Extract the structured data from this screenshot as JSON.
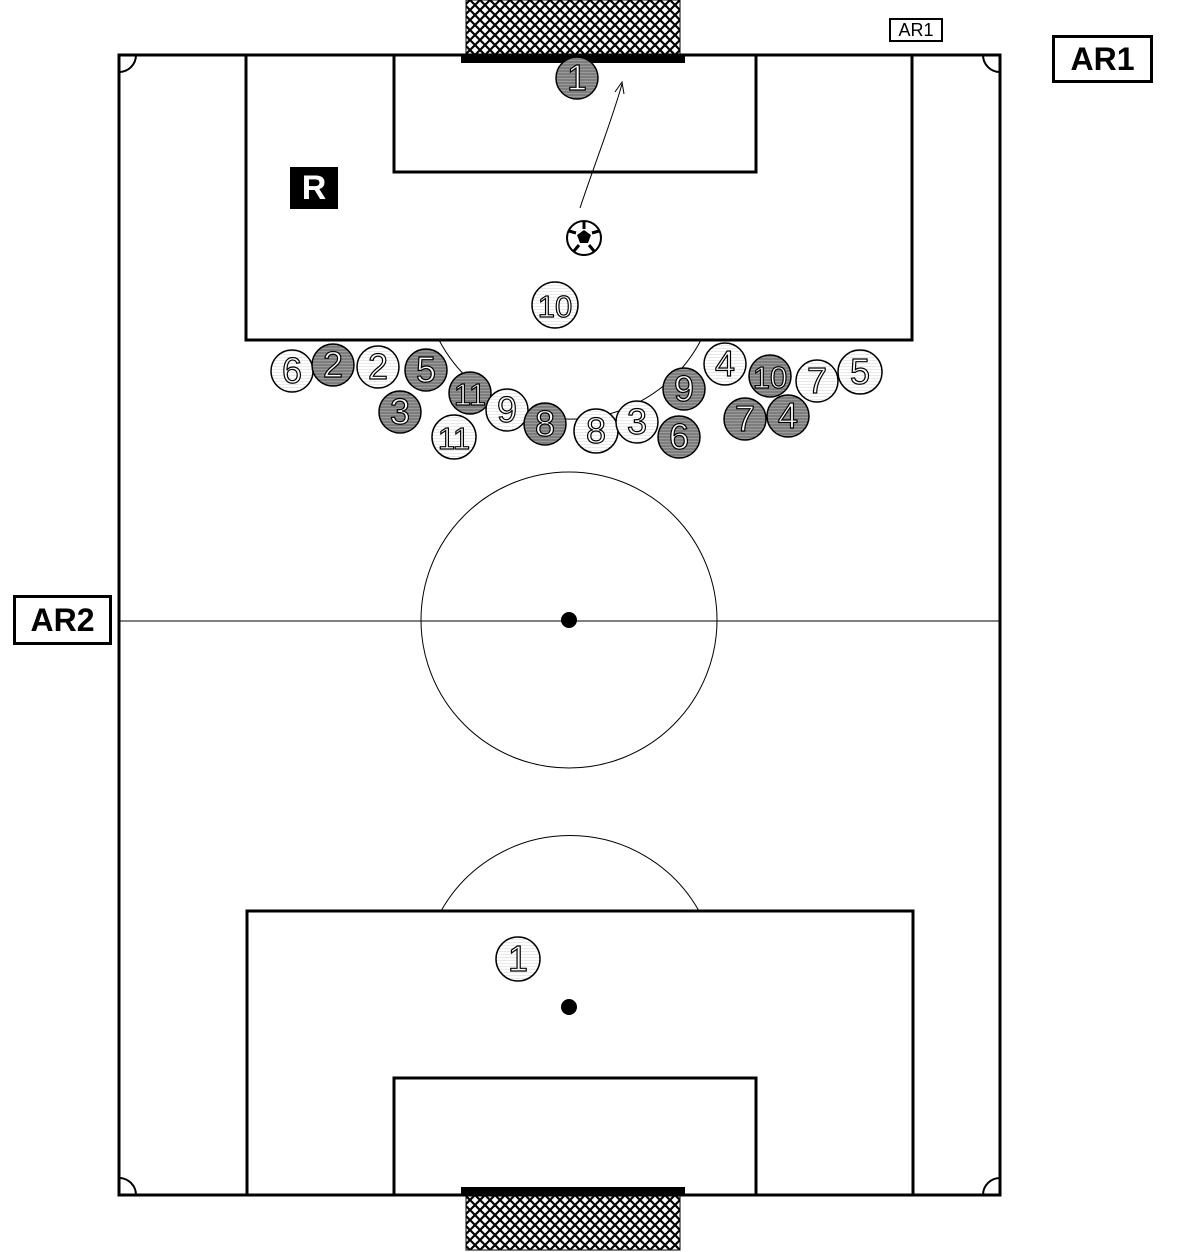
{
  "labels": {
    "ar1_main": "AR1",
    "ar1_small": "AR1",
    "ar2": "AR2",
    "referee": "R"
  },
  "players": [
    {
      "id": "top-keeper",
      "number": "1",
      "team": "dark",
      "role": "goalkeeper"
    },
    {
      "id": "top-10",
      "number": "10",
      "team": "light"
    },
    {
      "id": "w-6a",
      "number": "6",
      "team": "light"
    },
    {
      "id": "w-2a",
      "number": "2",
      "team": "dark"
    },
    {
      "id": "w-2b",
      "number": "2",
      "team": "light"
    },
    {
      "id": "w-5a",
      "number": "5",
      "team": "dark"
    },
    {
      "id": "w-3a",
      "number": "3",
      "team": "dark"
    },
    {
      "id": "w-11a",
      "number": "11",
      "team": "dark"
    },
    {
      "id": "w-11b",
      "number": "11",
      "team": "light"
    },
    {
      "id": "w-9a",
      "number": "9",
      "team": "light"
    },
    {
      "id": "w-8a",
      "number": "8",
      "team": "dark"
    },
    {
      "id": "w-8b",
      "number": "8",
      "team": "light"
    },
    {
      "id": "w-3b",
      "number": "3",
      "team": "light"
    },
    {
      "id": "w-6b",
      "number": "6",
      "team": "dark"
    },
    {
      "id": "w-9b",
      "number": "9",
      "team": "dark"
    },
    {
      "id": "w-4a",
      "number": "4",
      "team": "light"
    },
    {
      "id": "w-10b",
      "number": "10",
      "team": "dark"
    },
    {
      "id": "w-7a",
      "number": "7",
      "team": "light"
    },
    {
      "id": "w-5b",
      "number": "5",
      "team": "light"
    },
    {
      "id": "w-7b",
      "number": "7",
      "team": "dark"
    },
    {
      "id": "w-4b",
      "number": "4",
      "team": "dark"
    },
    {
      "id": "bottom-keeper",
      "number": "1",
      "team": "light",
      "role": "goalkeeper"
    }
  ],
  "colors": {
    "line": "#000000",
    "dark_player": "#8a8a8a",
    "light_player": "#ffffff",
    "field": "#ffffff"
  }
}
